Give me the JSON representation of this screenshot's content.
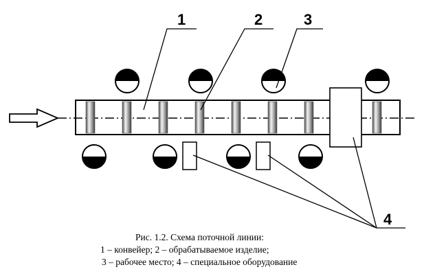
{
  "callouts": {
    "conveyor": "1",
    "workpiece": "2",
    "workplace": "3",
    "special_equipment": "4"
  },
  "caption": {
    "title": "Рис. 1.2. Схема поточной линии:",
    "line1": "1 – конвейер; 2 – обрабатываемое изделие;",
    "line2": "3 – рабочее место; 4 – специальное оборудование"
  },
  "colors": {
    "ink": "#000000",
    "background": "#ffffff"
  },
  "icons": {
    "flow_arrow": "hollow-right-arrow",
    "workplace": "half-filled-circle",
    "workpiece": "gradient-cylinder"
  }
}
